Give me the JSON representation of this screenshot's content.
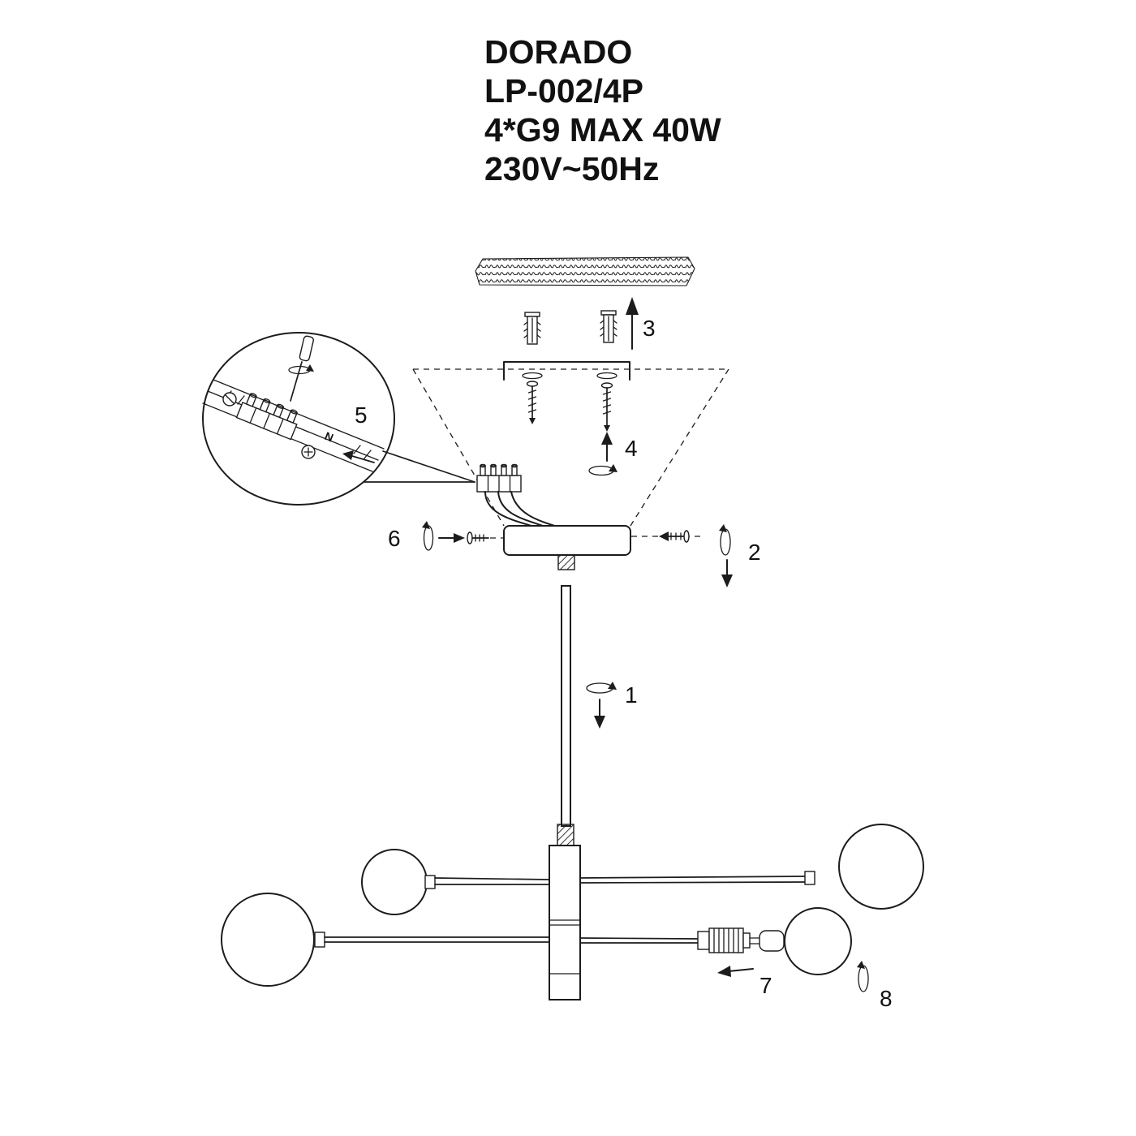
{
  "title": {
    "product": "DORADO",
    "model": "LP-002/4P",
    "spec": "4*G9 MAX 40W",
    "power": "230V~50Hz"
  },
  "steps": {
    "s1": "1",
    "s2": "2",
    "s3": "3",
    "s4": "4",
    "s5": "5",
    "s6": "6",
    "s7": "7",
    "s8": "8"
  },
  "detail": {
    "terminal_label": "N"
  },
  "icons": {
    "rotate": "rotate-icon",
    "arrow": "direction-arrow-icon"
  },
  "colors": {
    "line": "#1c1c1c",
    "background": "#ffffff"
  }
}
